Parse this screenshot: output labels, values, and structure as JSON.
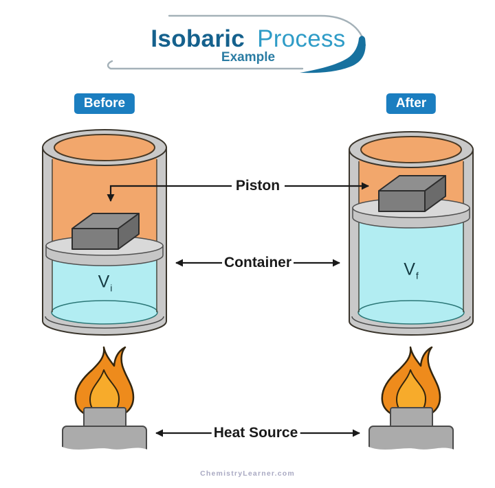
{
  "header": {
    "title_primary": "Isobaric",
    "title_secondary": "Process",
    "subtitle": "Example"
  },
  "panels": {
    "before_label": "Before",
    "after_label": "After"
  },
  "annotations": {
    "piston": "Piston",
    "container": "Container",
    "heat_source": "Heat Source"
  },
  "volumes": {
    "initial": {
      "symbol": "V",
      "subscript": "i"
    },
    "final": {
      "symbol": "V",
      "subscript": "f"
    }
  },
  "watermark": "ChemistryLearner.com",
  "colors": {
    "badge_blue": "#1b7ec0",
    "title_dark_blue": "#15618d",
    "title_light_blue": "#2f9cc7",
    "subtitle_teal": "#2a7ca3",
    "swoosh_teal": "#17719f",
    "interior_orange": "#f2a76c",
    "gas_cyan": "#b2edf2",
    "metal_gray": "#c9c9c9",
    "piston_gray": "#d9d9d9",
    "weight_gray": "#7e7e7e",
    "flame_outer_orange": "#ee8b1c",
    "flame_inner_yellow": "#f7ab2b",
    "burner_gray": "#ababab",
    "label_black": "#1a1a1a",
    "watermark_lavender": "#a9a9c2"
  }
}
